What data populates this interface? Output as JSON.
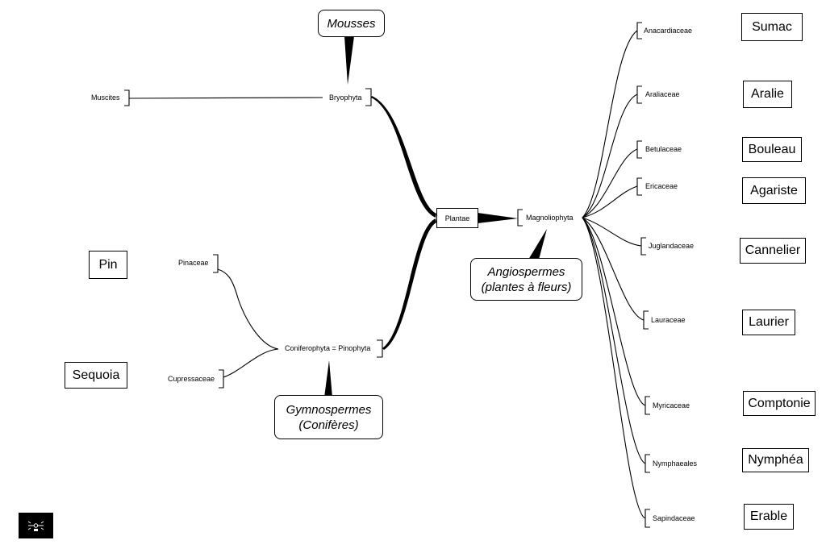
{
  "root": {
    "label": "Plantae"
  },
  "divisions": {
    "bryophyta": {
      "label": "Bryophyta",
      "child": "Muscites",
      "callout": "Mousses"
    },
    "magnoliophyta": {
      "label": "Magnoliophyta",
      "callout_line1": "Angiospermes",
      "callout_line2": "(plantes à fleurs)"
    },
    "coniferophyta": {
      "label": "Coniferophyta =  Pinophyta",
      "callout_line1": "Gymnospermes",
      "callout_line2": "(Conifères)"
    }
  },
  "conifer_families": [
    {
      "family": "Pinaceae",
      "common": "Pin"
    },
    {
      "family": "Cupressaceae",
      "common": "Sequoia"
    }
  ],
  "angiosperm_families": [
    {
      "family": "Anacardiaceae",
      "common": "Sumac"
    },
    {
      "family": "Araliaceae",
      "common": "Aralie"
    },
    {
      "family": "Betulaceae",
      "common": "Bouleau"
    },
    {
      "family": "Ericaceae",
      "common": "Agariste"
    },
    {
      "family": "Juglandaceae",
      "common": "Cannelier"
    },
    {
      "family": "Lauraceae",
      "common": "Laurier"
    },
    {
      "family": "Myricaceae",
      "common": "Comptonie"
    },
    {
      "family": "Nymphaeales",
      "common": "Nymphéa"
    },
    {
      "family": "Sapindaceae",
      "common": "Erable"
    }
  ]
}
